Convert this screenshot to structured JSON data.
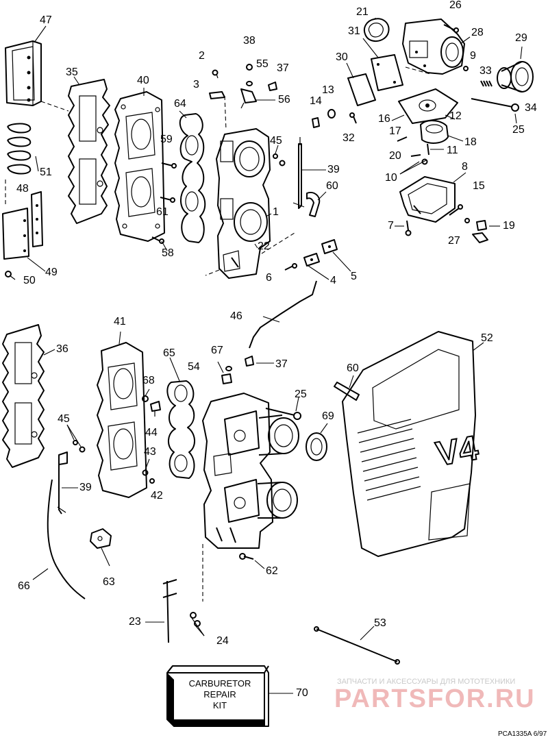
{
  "callouts": [
    {
      "id": "c47",
      "text": "47"
    },
    {
      "id": "c35",
      "text": "35"
    },
    {
      "id": "c40",
      "text": "40"
    },
    {
      "id": "c64",
      "text": "64"
    },
    {
      "id": "c2",
      "text": "2"
    },
    {
      "id": "c3",
      "text": "3"
    },
    {
      "id": "c38",
      "text": "38"
    },
    {
      "id": "c55",
      "text": "55"
    },
    {
      "id": "c37a",
      "text": "37"
    },
    {
      "id": "c56",
      "text": "56"
    },
    {
      "id": "c21",
      "text": "21"
    },
    {
      "id": "c26",
      "text": "26"
    },
    {
      "id": "c31",
      "text": "31"
    },
    {
      "id": "c28",
      "text": "28"
    },
    {
      "id": "c29",
      "text": "29"
    },
    {
      "id": "c30",
      "text": "30"
    },
    {
      "id": "c9",
      "text": "9"
    },
    {
      "id": "c33",
      "text": "33"
    },
    {
      "id": "c13",
      "text": "13"
    },
    {
      "id": "c14",
      "text": "14"
    },
    {
      "id": "c16",
      "text": "16"
    },
    {
      "id": "c12",
      "text": "12"
    },
    {
      "id": "c34",
      "text": "34"
    },
    {
      "id": "c25a",
      "text": "25"
    },
    {
      "id": "c32",
      "text": "32"
    },
    {
      "id": "c17",
      "text": "17"
    },
    {
      "id": "c18",
      "text": "18"
    },
    {
      "id": "c20",
      "text": "20"
    },
    {
      "id": "c11",
      "text": "11"
    },
    {
      "id": "c10",
      "text": "10"
    },
    {
      "id": "c8",
      "text": "8"
    },
    {
      "id": "c15",
      "text": "15"
    },
    {
      "id": "c7",
      "text": "7"
    },
    {
      "id": "c27",
      "text": "27"
    },
    {
      "id": "c19",
      "text": "19"
    },
    {
      "id": "c45a",
      "text": "45"
    },
    {
      "id": "c59",
      "text": "59"
    },
    {
      "id": "c39a",
      "text": "39"
    },
    {
      "id": "c60a",
      "text": "60"
    },
    {
      "id": "c51",
      "text": "51"
    },
    {
      "id": "c61",
      "text": "61"
    },
    {
      "id": "c1",
      "text": "1"
    },
    {
      "id": "c48",
      "text": "48"
    },
    {
      "id": "c22",
      "text": "22"
    },
    {
      "id": "c58",
      "text": "58"
    },
    {
      "id": "c49",
      "text": "49"
    },
    {
      "id": "c50",
      "text": "50"
    },
    {
      "id": "c6",
      "text": "6"
    },
    {
      "id": "c4",
      "text": "4"
    },
    {
      "id": "c5",
      "text": "5"
    },
    {
      "id": "c46",
      "text": "46"
    },
    {
      "id": "c41",
      "text": "41"
    },
    {
      "id": "c52",
      "text": "52"
    },
    {
      "id": "c36",
      "text": "36"
    },
    {
      "id": "c65",
      "text": "65"
    },
    {
      "id": "c67",
      "text": "67"
    },
    {
      "id": "c54",
      "text": "54"
    },
    {
      "id": "c37b",
      "text": "37"
    },
    {
      "id": "c60b",
      "text": "60"
    },
    {
      "id": "c68",
      "text": "68"
    },
    {
      "id": "c25b",
      "text": "25"
    },
    {
      "id": "c45b",
      "text": "45"
    },
    {
      "id": "c69",
      "text": "69"
    },
    {
      "id": "c44",
      "text": "44"
    },
    {
      "id": "c43",
      "text": "43"
    },
    {
      "id": "c39b",
      "text": "39"
    },
    {
      "id": "c42",
      "text": "42"
    },
    {
      "id": "c62",
      "text": "62"
    },
    {
      "id": "c66",
      "text": "66"
    },
    {
      "id": "c63",
      "text": "63"
    },
    {
      "id": "c23",
      "text": "23"
    },
    {
      "id": "c24",
      "text": "24"
    },
    {
      "id": "c53",
      "text": "53"
    },
    {
      "id": "c70",
      "text": "70"
    }
  ],
  "kit_box": {
    "line1": "CARBURETOR",
    "line2": "REPAIR",
    "line3": "KIT"
  },
  "cover_lettering": {
    "model": "V4"
  },
  "watermark": {
    "top": "ЗАПЧАСТИ И АКСЕССУАРЫ ДЛЯ МОТОТЕХНИКИ",
    "main": "PARTSFOR.RU",
    "color": "#f0b9b9"
  },
  "figure_code": "PCA1335A 6/97"
}
